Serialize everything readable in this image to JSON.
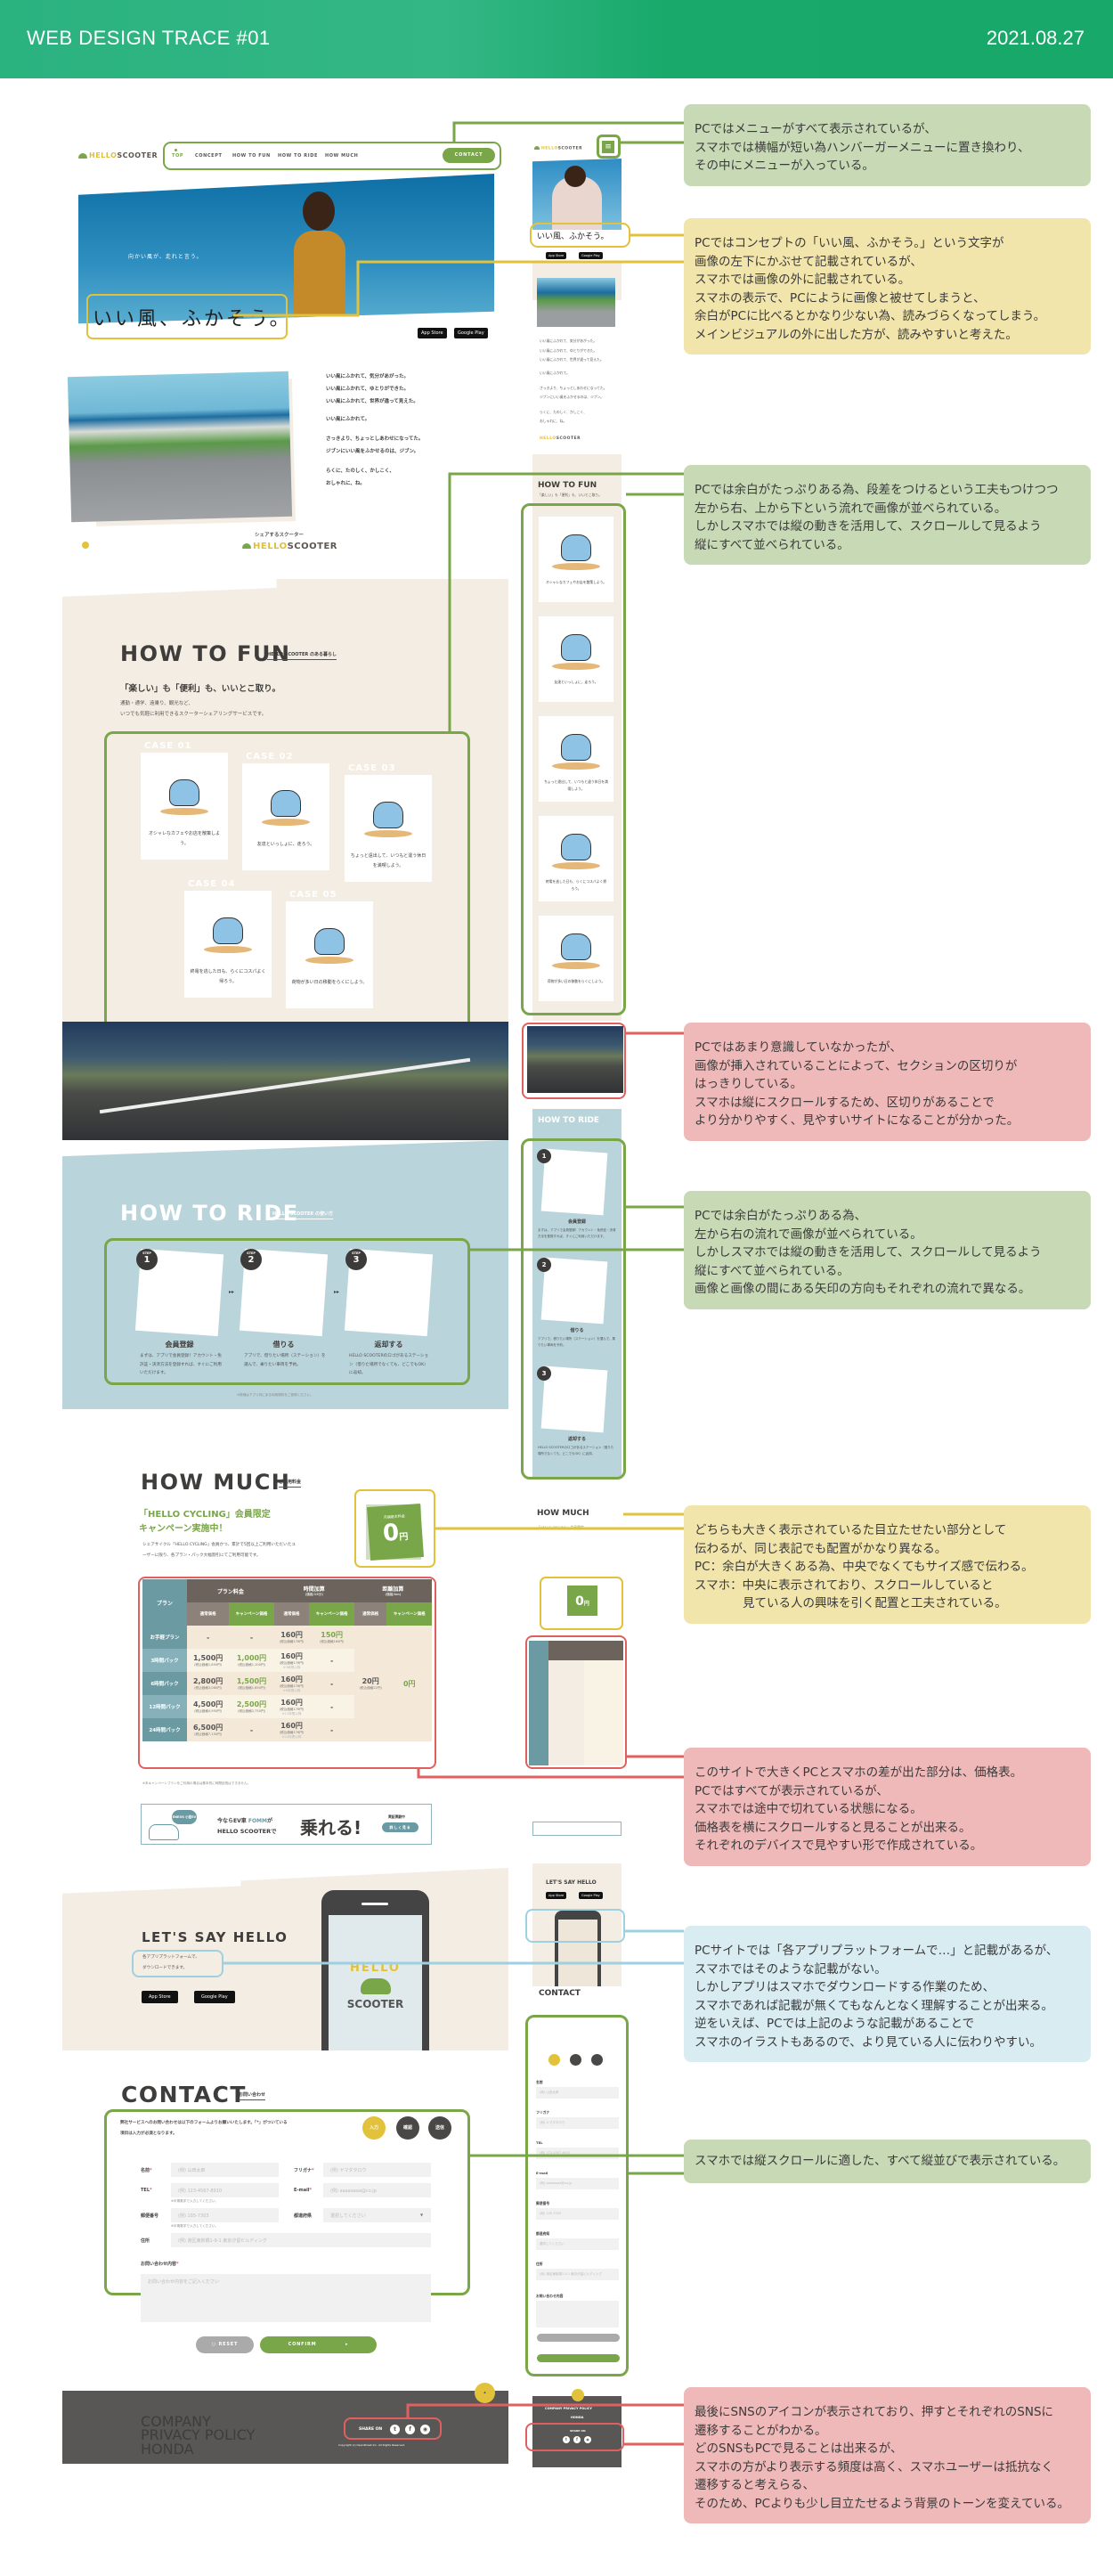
{
  "header": {
    "title": "WEB DESIGN TRACE #01",
    "date": "2021.08.27"
  },
  "site": {
    "logo": {
      "hello": "HELLO",
      "scooter": "SCOOTER"
    },
    "nav": [
      "TOP",
      "CONCEPT",
      "HOW TO FUN",
      "HOW TO RIDE",
      "HOW MUCH"
    ],
    "contact_button": "CONTACT",
    "hero": {
      "subcopy": "向かい風が、走れと言う。",
      "catch": "いい風、ふかそう。",
      "appstore": "App Store",
      "googleplay": "Google Play"
    },
    "concept": {
      "lines": [
        "いい風にふかれて、気分があがった。",
        "いい風にふかれて、ゆとりができた。",
        "いい風にふかれて、世界が違って見えた。",
        "いい風にふかれて。",
        "さっきより、ちょっとしあわせになってた。",
        "ジブンにいい風をふかせるのは、ジブン。",
        "らくに、たのしく、かしこく、",
        "おしゃれに、ね。"
      ],
      "tagline": "シェアするスクーター"
    },
    "fun": {
      "title": "HOW TO FUN",
      "sub": "HELLO SCOOTER のある暮らし",
      "lead": "「楽しい」も「便利」も、いいとこ取り。",
      "desc": [
        "通勤・通学、遠乗り、観光など、",
        "いつでも気軽に利用できるスクーターシェアリングサービスです。"
      ],
      "cases": [
        {
          "label": "CASE 01",
          "text": "オシャレなカフェやお店を散策しよう。"
        },
        {
          "label": "CASE 02",
          "text": "友達といっしょに、走ろう。"
        },
        {
          "label": "CASE 03",
          "text": "ちょっと遠出して、いつもと違う休日を満喫しよう。"
        },
        {
          "label": "CASE 04",
          "text": "終電を逃した日も、らくにコスパよく帰ろう。"
        },
        {
          "label": "CASE 05",
          "text": "荷物が多い日の移動をらくにしよう。"
        }
      ]
    },
    "ride": {
      "title": "HOW TO RIDE",
      "sub": "HELLO SCOOTER の使い方",
      "step_label": "STEP",
      "steps": [
        {
          "num": "1",
          "title": "会員登録",
          "text": "まずは、アプリで会員登録！アカウント・免許証・決済方法を登録すれば、すぐにご利用いただけます。"
        },
        {
          "num": "2",
          "title": "借りる",
          "text": "アプリで、借りたい場所（ステーション）を選んで、乗りたい車両を予約。"
        },
        {
          "num": "3",
          "title": "返却する",
          "text": "HELLO SCOOTERのロゴがあるステーション（借りた場所でなくても、どこでもOK）に返却。"
        }
      ],
      "note": "※詳細はアプリ内にある利用規約をご参照ください。"
    },
    "much": {
      "title": "HOW MUCH",
      "sub": "ご利用料金",
      "campaign": [
        "「HELLO CYCLING」会員限定",
        "キャンペーン実施中！"
      ],
      "desc": [
        "シェアサイクル「HELLO CYCLING」会員かつ、累計で5回以上ご利用いただいたユ",
        "ーザーに限り、各プラン・パック大幅割引にてご利用可能です。"
      ],
      "badge": {
        "label": "月額基本料金",
        "value": "0",
        "unit": "円"
      },
      "table": {
        "plan": "プラン",
        "plan_fee": "プラン料金",
        "time": "時間加算",
        "time_sub": "(価格/15分)",
        "distance": "距離加算",
        "distance_sub": "(価格/km)",
        "normal": "通常価格",
        "campaign": "キャンペーン価格",
        "rows": [
          {
            "name": "お手軽プラン",
            "fee": "-",
            "fee_tax": "",
            "fee_c": "-",
            "fee_c_tax": "",
            "time": "160円",
            "time_tax": "(税込価格176円)",
            "time_note": "",
            "time_c": "150円",
            "time_c_tax": "(税込価格165円)"
          },
          {
            "name": "3時間パック",
            "fee": "1,500円",
            "fee_tax": "(税込価格1,650円)",
            "fee_c": "1,000円",
            "fee_c_tax": "(税込価格1,100円)",
            "time": "160円",
            "time_tax": "(税込価格176円)",
            "time_note": "※3時間以降",
            "time_c": "-",
            "time_c_tax": ""
          },
          {
            "name": "6時間パック",
            "fee": "2,800円",
            "fee_tax": "(税込価格3,080円)",
            "fee_c": "1,500円",
            "fee_c_tax": "(税込価格1,650円)",
            "time": "160円",
            "time_tax": "(税込価格176円)",
            "time_note": "※6時間以降",
            "time_c": "-",
            "time_c_tax": ""
          },
          {
            "name": "12時間パック",
            "fee": "4,500円",
            "fee_tax": "(税込価格4,950円)",
            "fee_c": "2,500円",
            "fee_c_tax": "(税込価格2,750円)",
            "time": "160円",
            "time_tax": "(税込価格176円)",
            "time_note": "※12時間以降",
            "time_c": "-",
            "time_c_tax": ""
          },
          {
            "name": "24時間パック",
            "fee": "6,500円",
            "fee_tax": "(税込価格7,150円)",
            "fee_c": "-",
            "fee_c_tax": "",
            "time": "160円",
            "time_tax": "(税込価格176円)",
            "time_note": "※24時間以降",
            "time_c": "-",
            "time_c_tax": ""
          }
        ],
        "dist": "20円",
        "dist_tax": "(税込価格22円)",
        "dist_c": "0円"
      },
      "note": "※本キャンペーンプランをご利用の場合は基本的に時間延長はできません。"
    },
    "banner": {
      "badge": "ENEOS 小型EV",
      "line1": "今ならEV車",
      "fomm": "FOMM",
      "ga": "が",
      "line2": "HELLO SCOOTERで",
      "big": "乗れる!",
      "small": "実証実験中",
      "button": "詳しく見る"
    },
    "hello": {
      "title": "LET'S SAY HELLO",
      "desc": [
        "各アプリプラットフォームで、",
        "ダウンロードできます。"
      ],
      "phone_hello": "HELLO",
      "phone_scooter": "SCOOTER"
    },
    "contact": {
      "title": "CONTACT",
      "sub": "お問い合わせ",
      "intro": [
        "弊社サービスへのお問い合わせは以下のフォームよりお願いいたします。「*」がついている",
        "項目は入力が必須となります。"
      ],
      "steps": [
        "入力",
        "確認",
        "送信"
      ],
      "fields": [
        {
          "label": "名前",
          "req": "*",
          "placeholder": "(例) 山田太郎",
          "hint": ""
        },
        {
          "label": "フリガナ",
          "req": "*",
          "placeholder": "(例) ヤマダタロウ",
          "hint": ""
        },
        {
          "label": "TEL",
          "req": "*",
          "placeholder": "(例) 123-4567-8910",
          "hint": "※半角数字で入力してください。"
        },
        {
          "label": "E-mail",
          "req": "*",
          "placeholder": "(例) aaaaaaaa@co.jp",
          "hint": ""
        },
        {
          "label": "郵便番号",
          "req": "",
          "placeholder": "(例) 105-7303",
          "hint": "※半角数字で入力してください。"
        },
        {
          "label": "都道府県",
          "req": "",
          "placeholder": "選択してください",
          "hint": ""
        },
        {
          "label": "住所",
          "req": "",
          "placeholder": "(例) 港区東新橋1-9-1 東京汐留ビルディング",
          "hint": ""
        }
      ],
      "message_label": "お問い合わせ内容",
      "message_req": "*",
      "message_placeholder": "お問い合わせ内容をご記入ください",
      "reset": "RESET",
      "confirm": "CONFIRM"
    },
    "footer": {
      "links": [
        "COMPANY",
        "PRIVACY POLICY",
        "HONDA"
      ],
      "share": "SHARE ON",
      "copyright": "Copyright (c) OpenStreet Inc. All Rights Reserved."
    }
  },
  "annotations": [
    {
      "color": "g",
      "text": "PCではメニューがすべて表示されているが、\nスマホでは横幅が短い為ハンバーガーメニューに置き換わり、\nその中にメニューが入っている。"
    },
    {
      "color": "y",
      "text": "PCではコンセプトの「いい風、ふかそう。」という文字が\n画像の左下にかぶせて記載されているが、\nスマホでは画像の外に記載されている。\nスマホの表示で、PCにように画像と被せてしまうと、\n余白がPCに比べるとかなり少ない為、読みづらくなってしまう。\nメインビジュアルの外に出した方が、読みやすいと考えた。"
    },
    {
      "color": "g",
      "text": "PCでは余白がたっぷりある為、段差をつけるという工夫もつけつつ\n左から右、上から下という流れで画像が並べられている。\nしかしスマホでは縦の動きを活用して、スクロールして見るよう\n縦にすべて並べられている。"
    },
    {
      "color": "r",
      "text": "PCではあまり意識していなかったが、\n画像が挿入されていることによって、セクションの区切りが\nはっきりしている。\nスマホは縦にスクロールするため、区切りがあることで\nより分かりやすく、見やすいサイトになることが分かった。"
    },
    {
      "color": "g",
      "text": "PCでは余白がたっぷりある為、\n左から右の流れで画像が並べられている。\nしかしスマホでは縦の動きを活用して、スクロールして見るよう\n縦にすべて並べられている。\n画像と画像の間にある矢印の方向もそれぞれの流れで異なる。"
    },
    {
      "color": "y",
      "text": "どちらも大きく表示されているた目立たせたい部分として\n伝わるが、同じ表記でも配置がかなり異なる。\nPC：余白が大きくある為、中央でなくてもサイズ感で伝わる。\nスマホ：中央に表示されており、スクロールしていると\n　　　　見ている人の興味を引く配置と工夫されている。"
    },
    {
      "color": "r",
      "text": "このサイトで大きくPCとスマホの差が出た部分は、価格表。\nPCではすべてが表示されているが、\nスマホでは途中で切れている状態になる。\n価格表を横にスクロールすると見ることが出来る。\nそれぞれのデバイスで見やすい形で作成されている。"
    },
    {
      "color": "b",
      "text": "PCサイトでは「各アプリプラットフォームで…」と記載があるが、\nスマホではそのような記載がない。\nしかしアプリはスマホでダウンロードする作業のため、\nスマホであれば記載が無くてもなんとなく理解することが出来る。\n逆をいえば、PCでは上記のような記載があることで\nスマホのイラストもあるので、より見ている人に伝わりやすい。"
    },
    {
      "color": "g",
      "text": "スマホでは縦スクロールに適した、すべて縦並びで表示されている。"
    },
    {
      "color": "r",
      "text": "最後にSNSのアイコンが表示されており、押すとそれぞれのSNSに\n遷移することがわかる。\nどのSNSもPCで見ることは出来るが、\nスマホの方がより表示する頻度は高く、スマホユーザーは抵抗なく\n遷移すると考えらる、\nそのため、PCよりも少し目立たせるよう背景のトーンを変えている。"
    }
  ],
  "colors": {
    "brand_green": "#7aa64a",
    "header_green": "#1aa86a",
    "accent_yellow": "#e2c23a",
    "callout_red": "#e06060",
    "callout_blue": "#9fd0e0",
    "footer_gray": "#595755"
  }
}
